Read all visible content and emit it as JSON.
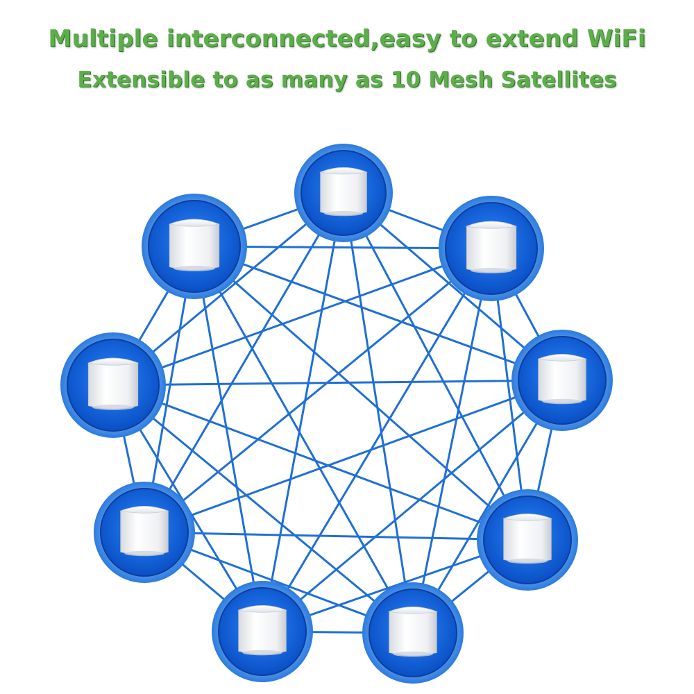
{
  "headline": {
    "line1": "Multiple interconnected,easy to extend WiFi",
    "line2": "Extensible to as many as 10 Mesh Satellites",
    "color": "#5cae4a"
  },
  "diagram": {
    "node_count": 9,
    "link_color": "#1f6fd6",
    "ring_color": "#2f7de0",
    "inner_color": "#1466e6",
    "device_color": "#f2f3f5",
    "node_icon": "mesh-router-icon",
    "topology": "full-mesh"
  }
}
